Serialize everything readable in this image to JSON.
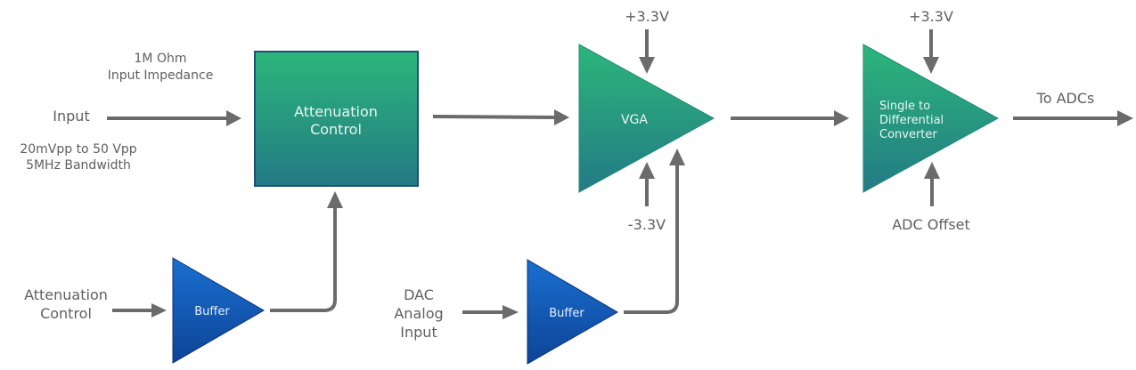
{
  "diagram": {
    "colors": {
      "green_top": "#2cb67a",
      "green_bottom": "#237a85",
      "blue_top": "#1a6fd1",
      "blue_bottom": "#0d4496",
      "wire": "#6b6b6b",
      "label": "#5f5f5f"
    },
    "input": {
      "label": "Input",
      "impedance": [
        "1M Ohm",
        "Input Impedance"
      ],
      "specs": [
        "20mVpp to 50 Vpp",
        "5MHz Bandwidth"
      ]
    },
    "attenuation_block": {
      "label": [
        "Attenuation",
        "Control"
      ]
    },
    "buffer1": {
      "label": "Buffer",
      "input_label": [
        "Attenuation",
        "Control"
      ]
    },
    "vga": {
      "label": "VGA",
      "supply_pos": "+3.3V",
      "supply_neg": "-3.3V"
    },
    "buffer2": {
      "label": "Buffer",
      "input_label": [
        "DAC",
        "Analog",
        "Input"
      ]
    },
    "converter": {
      "label": [
        "Single to",
        "Differential",
        "Converter"
      ],
      "supply_pos": "+3.3V",
      "offset_label": "ADC Offset"
    },
    "output": {
      "label": "To ADCs"
    }
  }
}
